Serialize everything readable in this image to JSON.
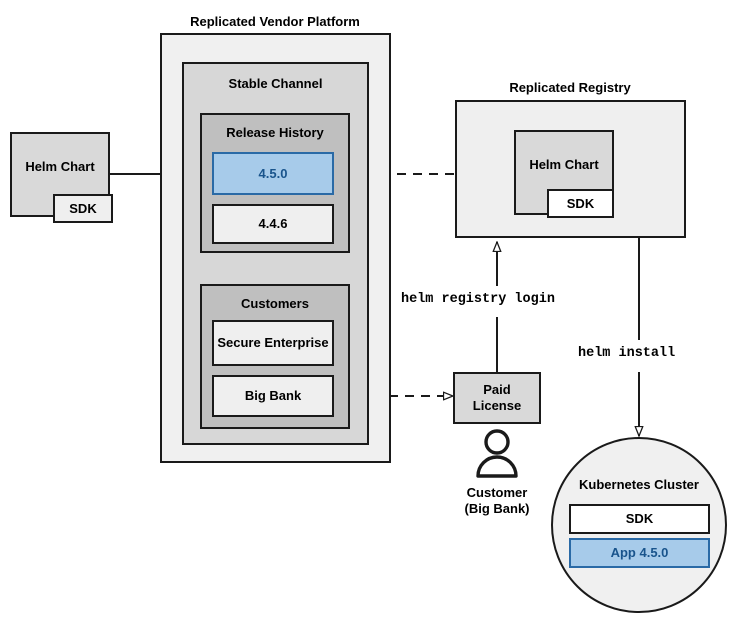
{
  "diagram": {
    "title_vendor_platform": "Replicated Vendor Platform",
    "title_registry": "Replicated Registry",
    "source_chart": {
      "name": "Helm Chart",
      "sdk": "SDK"
    },
    "stable_channel": {
      "label": "Stable Channel",
      "release_history": {
        "label": "Release History",
        "releases": [
          {
            "version": "4.5.0",
            "highlighted": true
          },
          {
            "version": "4.4.6",
            "highlighted": false
          }
        ]
      },
      "customers": {
        "label": "Customers",
        "items": [
          {
            "name": "Secure\nEnterprise"
          },
          {
            "name": "Big Bank"
          }
        ]
      }
    },
    "registry": {
      "chart_name": "Helm Chart",
      "sdk": "SDK"
    },
    "license": {
      "label": "Paid\nLicense"
    },
    "customer_actor": {
      "label": "Customer\n(Big Bank)",
      "icon": "person-icon"
    },
    "cluster": {
      "label": "Kubernetes Cluster",
      "components": [
        {
          "name": "SDK",
          "highlighted": false
        },
        {
          "name": "App 4.5.0",
          "highlighted": true
        }
      ]
    },
    "commands": [
      {
        "id": "registry_login",
        "text": "helm registry login"
      },
      {
        "id": "install",
        "text": "helm install"
      }
    ],
    "colors": {
      "highlight_fill": "#a7cbea",
      "highlight_border": "#2a6aa6",
      "highlight_text": "#19548c",
      "outer_container": "#f0f0f0",
      "mid_container": "#d7d7d7",
      "inner_container": "#bfbfbf",
      "box_grey": "#d9d9d9",
      "stroke": "#1a1a1a"
    }
  }
}
